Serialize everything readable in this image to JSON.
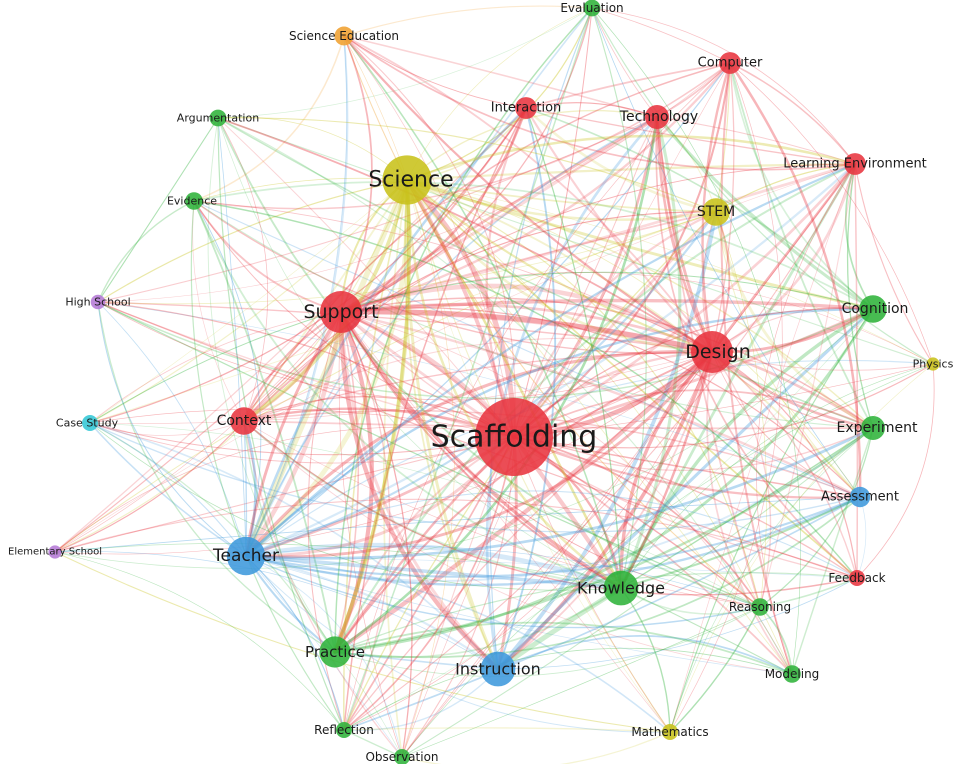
{
  "network": {
    "clusters": {
      "red": "#e8343f",
      "green": "#2fb33a",
      "blue": "#3d98dc",
      "yellow": "#c8c21a",
      "orange": "#f0a030",
      "cyan": "#33c7d6",
      "purple": "#b57ad6"
    },
    "nodes": [
      {
        "id": "scaffolding",
        "label": "Scaffolding",
        "cluster": "red",
        "weight": 10
      },
      {
        "id": "science",
        "label": "Science",
        "cluster": "yellow",
        "weight": 6
      },
      {
        "id": "support",
        "label": "Support",
        "cluster": "red",
        "weight": 5
      },
      {
        "id": "design",
        "label": "Design",
        "cluster": "red",
        "weight": 5
      },
      {
        "id": "teacher",
        "label": "Teacher",
        "cluster": "blue",
        "weight": 4.5
      },
      {
        "id": "knowledge",
        "label": "Knowledge",
        "cluster": "green",
        "weight": 4
      },
      {
        "id": "instruction",
        "label": "Instruction",
        "cluster": "blue",
        "weight": 4
      },
      {
        "id": "practice",
        "label": "Practice",
        "cluster": "green",
        "weight": 3.5
      },
      {
        "id": "context",
        "label": "Context",
        "cluster": "red",
        "weight": 3
      },
      {
        "id": "stem",
        "label": "STEM",
        "cluster": "yellow",
        "weight": 3
      },
      {
        "id": "cognition",
        "label": "Cognition",
        "cluster": "green",
        "weight": 3
      },
      {
        "id": "experiment",
        "label": "Experiment",
        "cluster": "green",
        "weight": 2.5
      },
      {
        "id": "assessment",
        "label": "Assessment",
        "cluster": "blue",
        "weight": 2
      },
      {
        "id": "technology",
        "label": "Technology",
        "cluster": "red",
        "weight": 2.5
      },
      {
        "id": "interaction",
        "label": "Interaction",
        "cluster": "red",
        "weight": 2.2
      },
      {
        "id": "computer",
        "label": "Computer",
        "cluster": "red",
        "weight": 2.2
      },
      {
        "id": "learning_env",
        "label": "Learning Environment",
        "cluster": "red",
        "weight": 2.2
      },
      {
        "id": "science_ed",
        "label": "Science Education",
        "cluster": "orange",
        "weight": 1.8
      },
      {
        "id": "evaluation",
        "label": "Evaluation",
        "cluster": "green",
        "weight": 1.5
      },
      {
        "id": "argumentation",
        "label": "Argumentation",
        "cluster": "green",
        "weight": 1.5
      },
      {
        "id": "evidence",
        "label": "Evidence",
        "cluster": "green",
        "weight": 1.6
      },
      {
        "id": "high_school",
        "label": "High School",
        "cluster": "purple",
        "weight": 1.2
      },
      {
        "id": "case_study",
        "label": "Case Study",
        "cluster": "cyan",
        "weight": 1.4
      },
      {
        "id": "elementary",
        "label": "Elementary School",
        "cluster": "purple",
        "weight": 1
      },
      {
        "id": "physics",
        "label": "Physics",
        "cluster": "yellow",
        "weight": 1
      },
      {
        "id": "feedback",
        "label": "Feedback",
        "cluster": "red",
        "weight": 1.4
      },
      {
        "id": "reasoning",
        "label": "Reasoning",
        "cluster": "green",
        "weight": 1.6
      },
      {
        "id": "modeling",
        "label": "Modeling",
        "cluster": "green",
        "weight": 1.6
      },
      {
        "id": "mathematics",
        "label": "Mathematics",
        "cluster": "yellow",
        "weight": 1.4
      },
      {
        "id": "observation",
        "label": "Observation",
        "cluster": "green",
        "weight": 1.4
      },
      {
        "id": "reflection",
        "label": "Reflection",
        "cluster": "green",
        "weight": 1.4
      }
    ]
  }
}
